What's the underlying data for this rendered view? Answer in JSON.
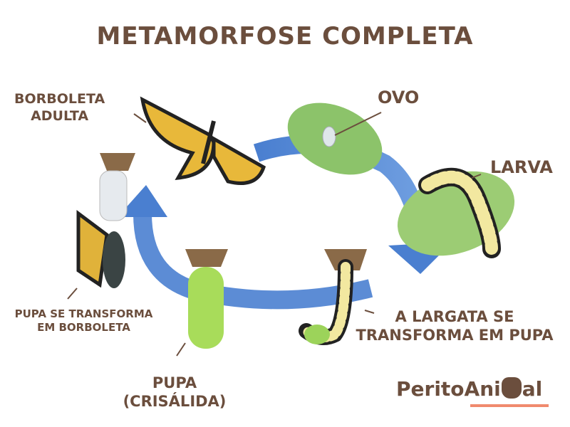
{
  "title": "METAMORFOSE COMPLETA",
  "stages": {
    "adult_line1": "BORBOLETA",
    "adult_line2": "ADULTA",
    "egg": "OVO",
    "larva": "LARVA",
    "to_pupa_line1": "A LARGATA SE",
    "to_pupa_line2": "TRANSFORMA EM PUPA",
    "pupa_line1": "PUPA",
    "pupa_line2": "(CRISÁLIDA)",
    "emerge_line1": "PUPA SE TRANSFORMA",
    "emerge_line2": "EM BORBOLETA"
  },
  "logo": {
    "part1": "Perito",
    "part2": "Ani",
    "part3": "al"
  },
  "colors": {
    "label": "#6b4e3d",
    "arrow": "#4a7fd0",
    "accent": "#f08a6e"
  }
}
